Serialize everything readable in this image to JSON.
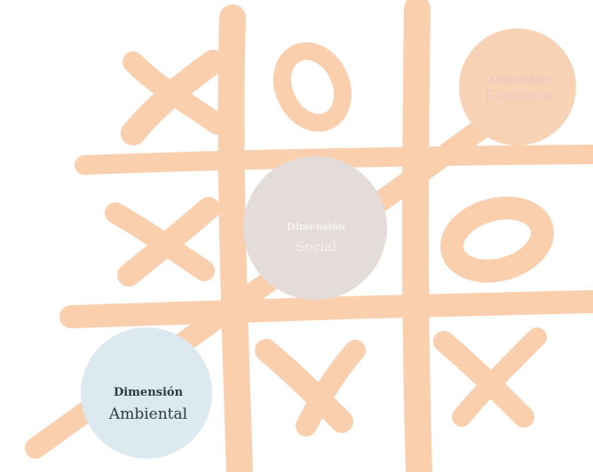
{
  "colors": {
    "background": "#ffffff",
    "board": "#f9cfae",
    "economica_fill": "#f8d2b5",
    "economica_text": "#ebc8c6",
    "social_fill": "#e3dcd8",
    "social_text": "#f7f2ee",
    "ambiental_fill": "#dce9ef",
    "ambiental_text": "#2f3a40"
  },
  "bubbles": {
    "economica": {
      "line1": "Dimensión",
      "line2": "Económica"
    },
    "social": {
      "line1": "Dimensión",
      "line2": "Social"
    },
    "ambiental": {
      "line1": "Dimensión",
      "line2": "Ambiental"
    }
  }
}
